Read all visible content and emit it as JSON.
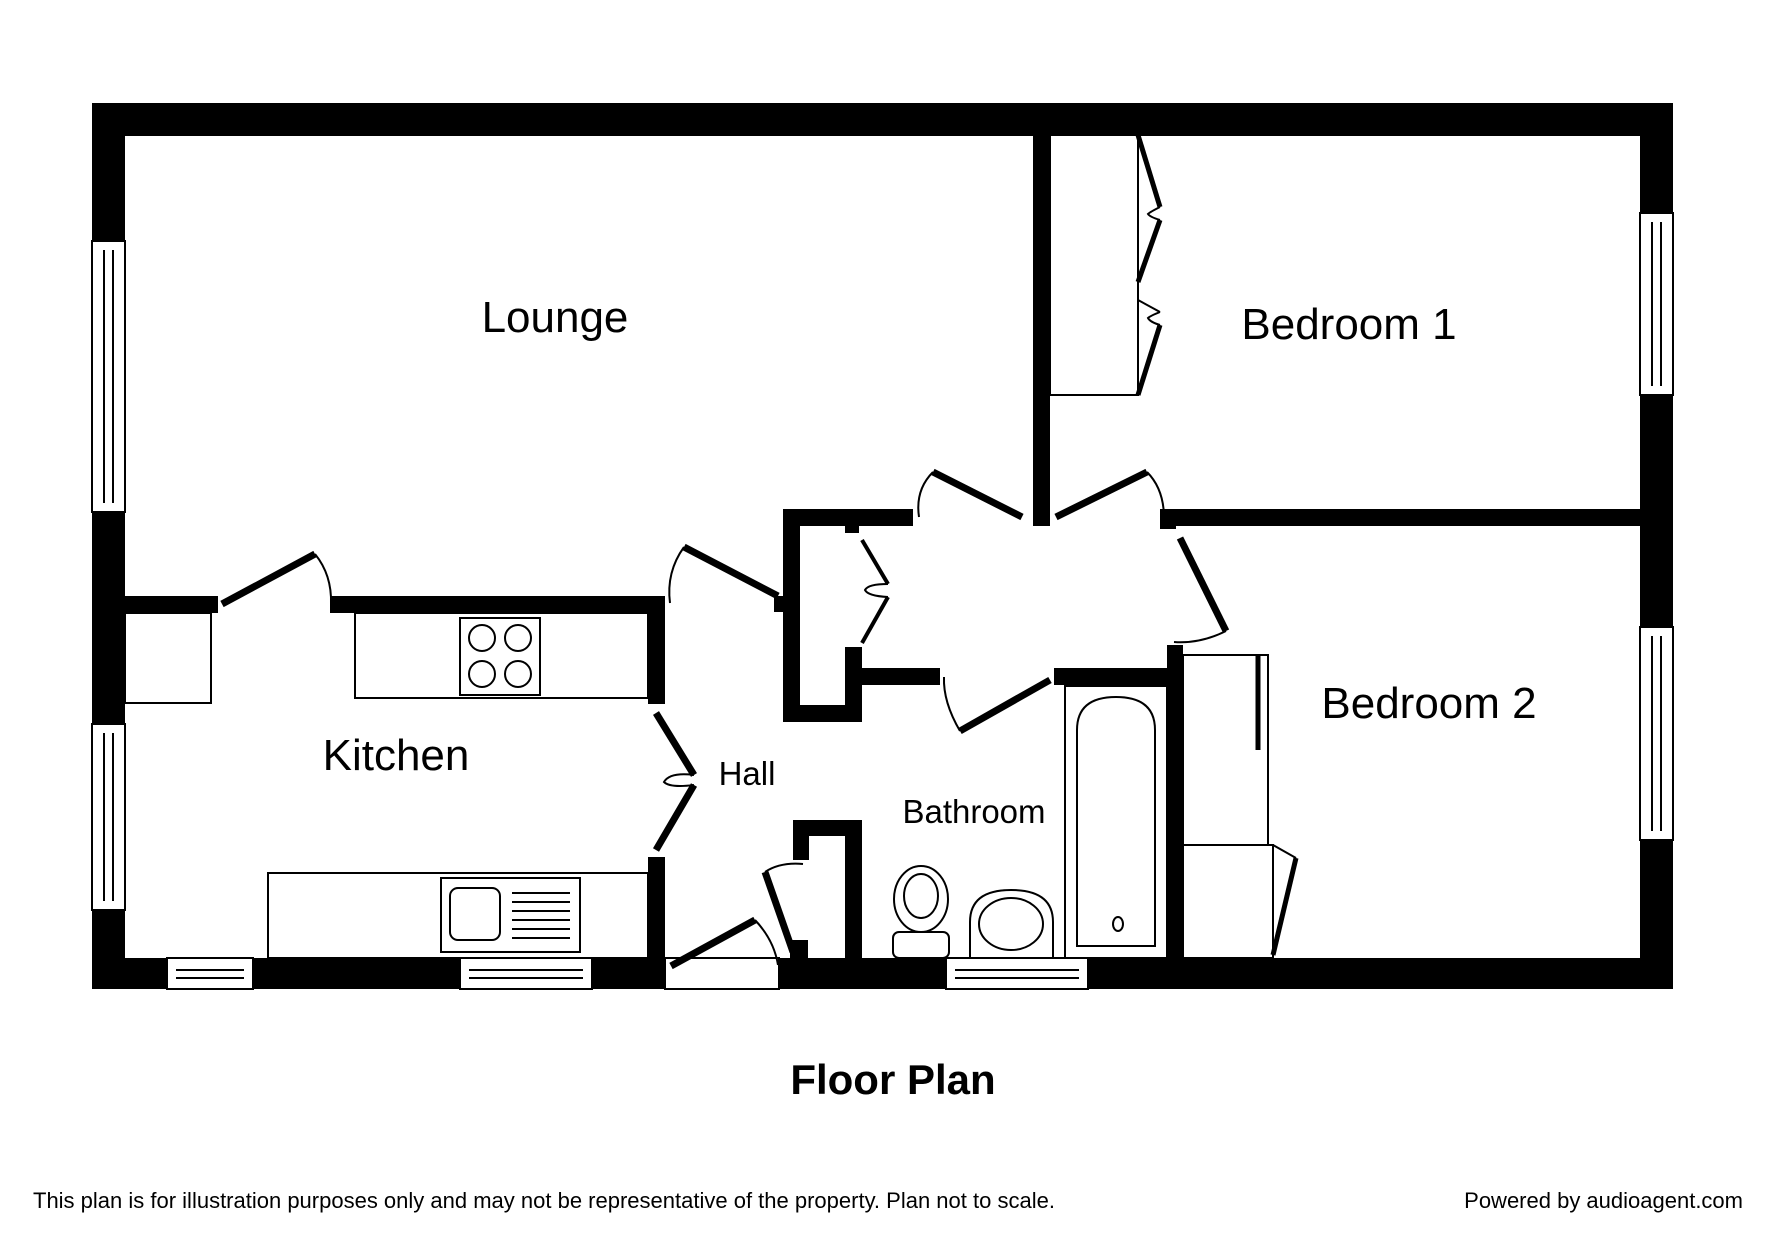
{
  "plan": {
    "title": "Floor Plan",
    "rooms": {
      "lounge": "Lounge",
      "bedroom1": "Bedroom 1",
      "bedroom2": "Bedroom 2",
      "kitchen": "Kitchen",
      "hall": "Hall",
      "bathroom": "Bathroom"
    }
  },
  "footer": {
    "disclaimer": "This plan is for illustration purposes only and may not be representative of the property. Plan not to scale.",
    "powered_by": "Powered by audioagent.com"
  },
  "colors": {
    "wall": "#000000",
    "background": "#ffffff"
  }
}
